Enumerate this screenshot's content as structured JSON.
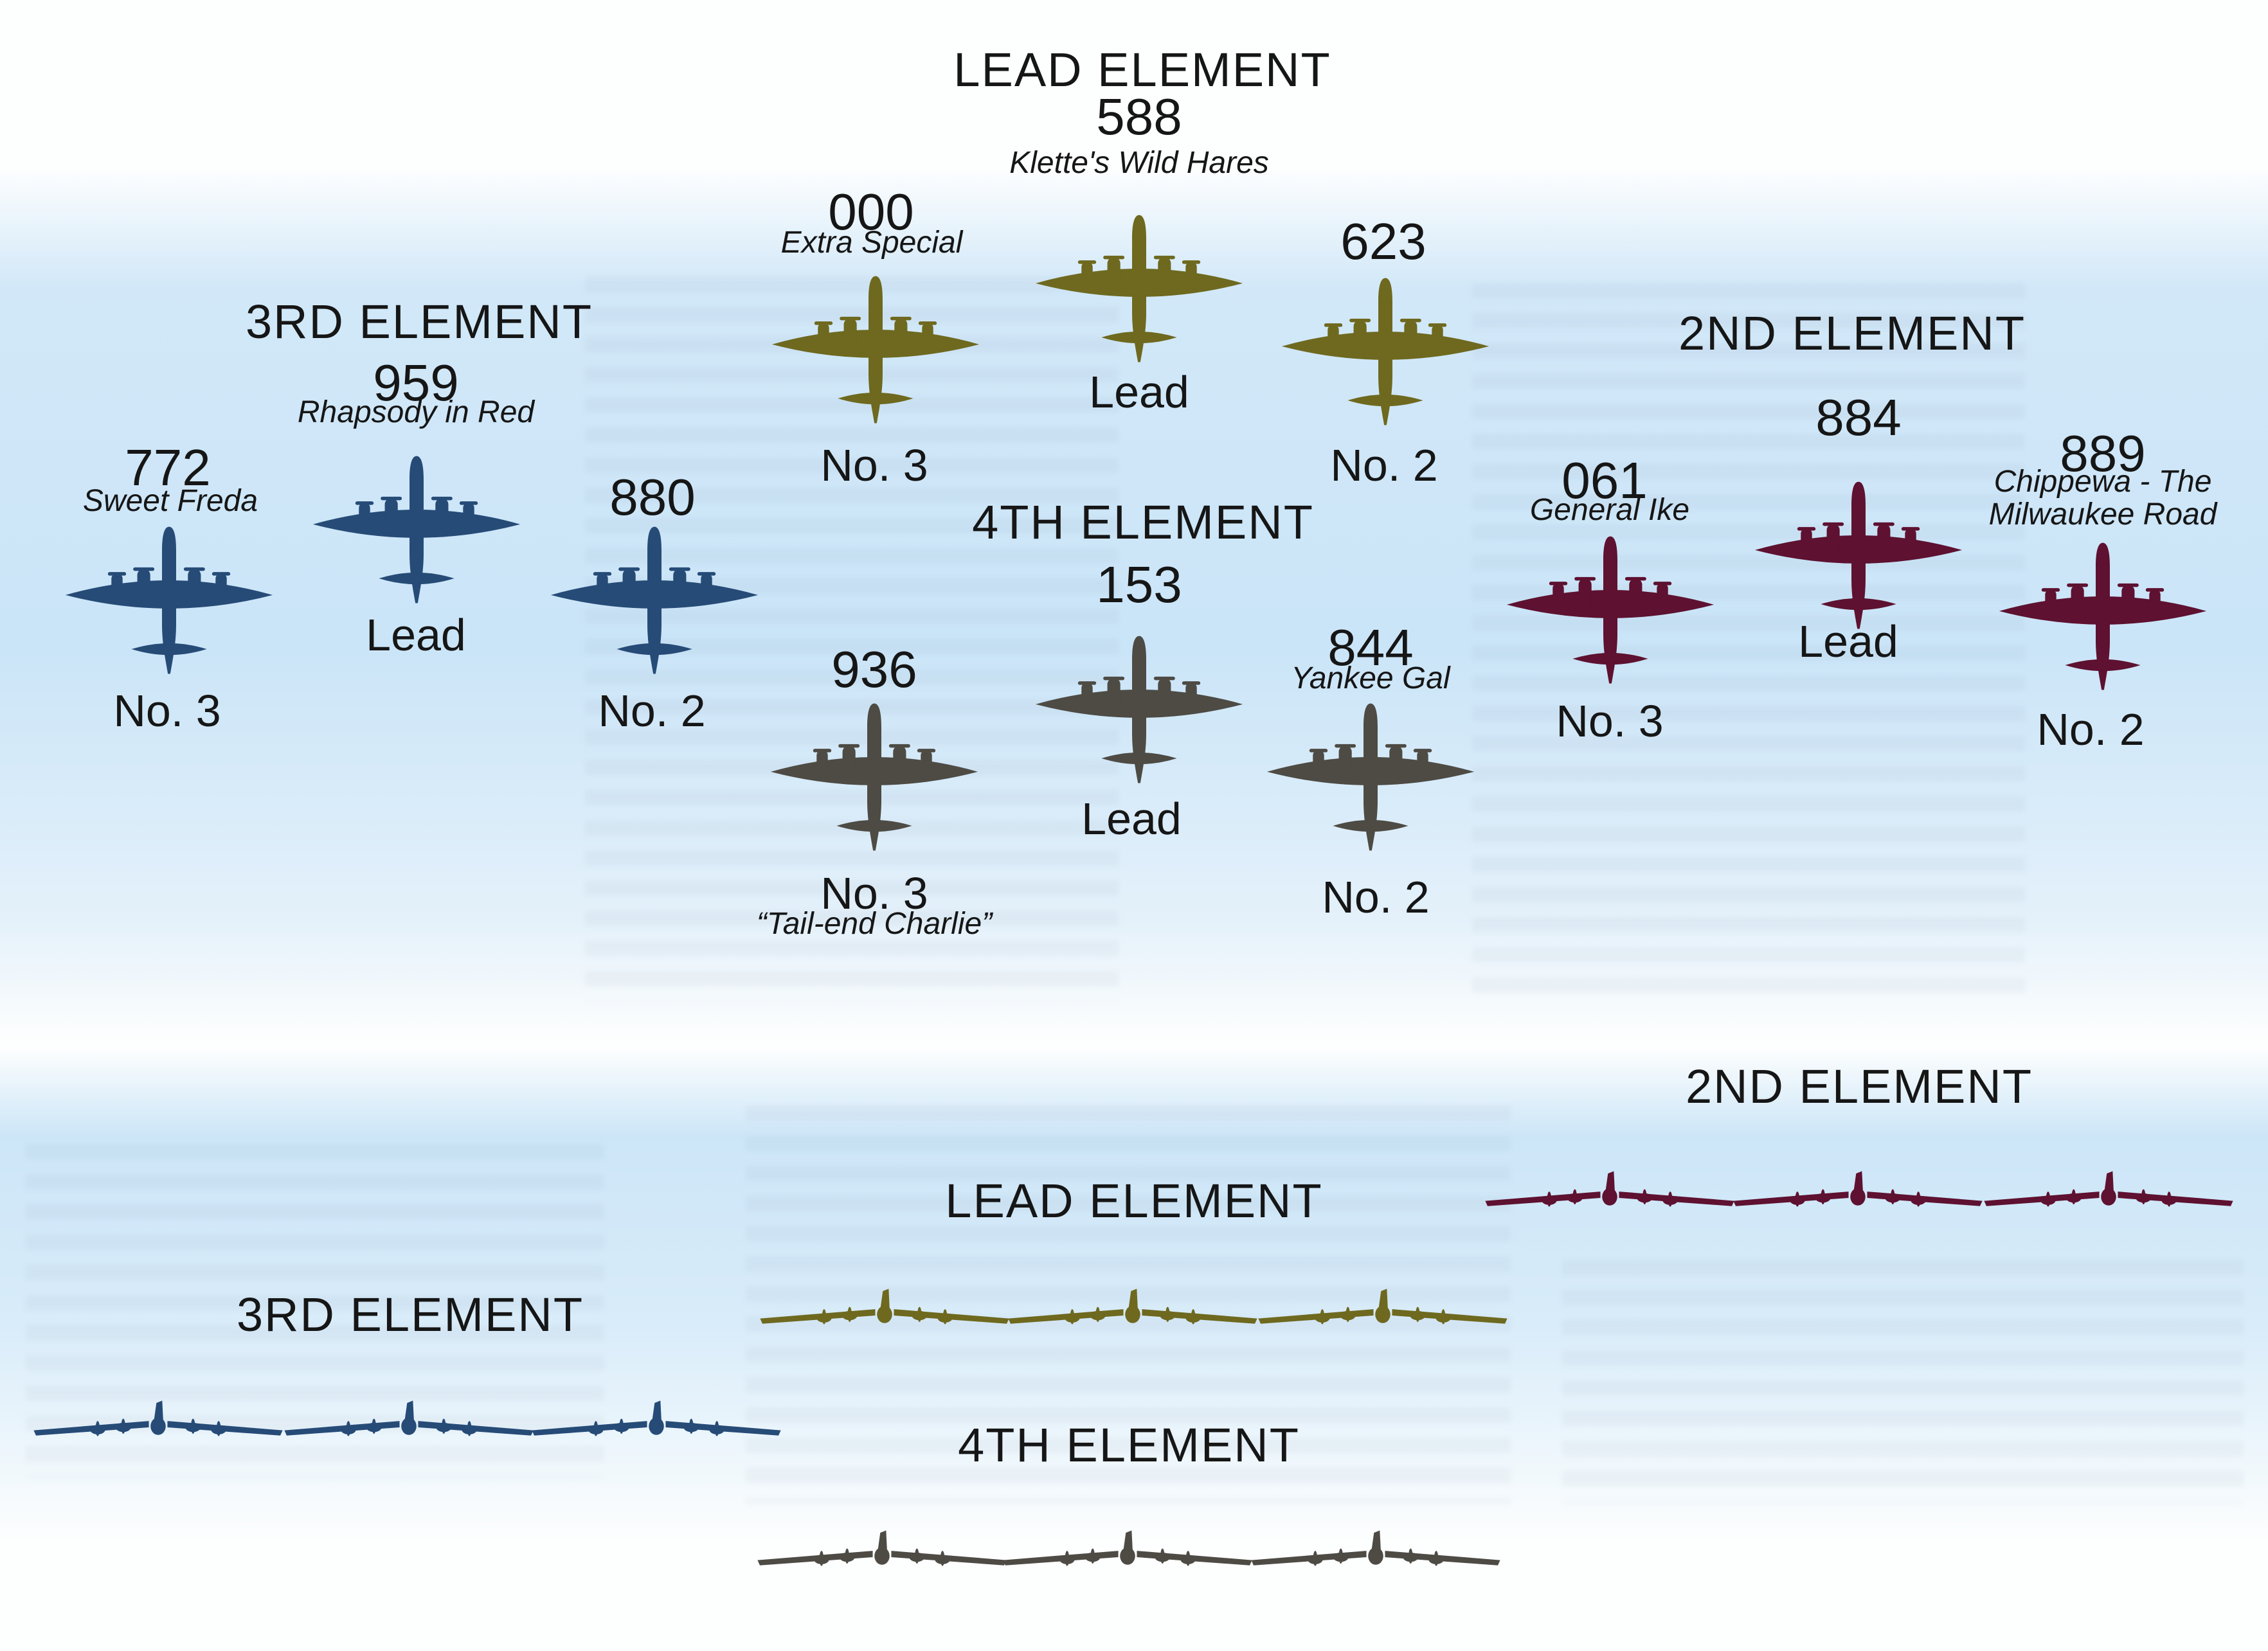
{
  "colors": {
    "lead_element": "#6e691f",
    "second_element": "#5e1130",
    "third_element": "#264b77",
    "fourth_element": "#4d4b44",
    "background_band": "#cfe6f7",
    "text": "#161616"
  },
  "top_formation": {
    "elements": [
      {
        "title": "LEAD ELEMENT",
        "planes": [
          {
            "number": "588",
            "name": "Klette's Wild Hares",
            "position": "Lead"
          },
          {
            "number": "000",
            "name": "Extra Special",
            "position": "No. 3"
          },
          {
            "number": "623",
            "name": "",
            "position": "No. 2"
          }
        ]
      },
      {
        "title": "2ND ELEMENT",
        "planes": [
          {
            "number": "884",
            "name": "",
            "position": "Lead"
          },
          {
            "number": "061",
            "name": "General Ike",
            "position": "No. 3"
          },
          {
            "number": "889",
            "name": "Chippewa - The Milwaukee Road",
            "position": "No. 2"
          }
        ]
      },
      {
        "title": "3RD ELEMENT",
        "planes": [
          {
            "number": "959",
            "name": "Rhapsody in Red",
            "position": "Lead"
          },
          {
            "number": "772",
            "name": "Sweet Freda",
            "position": "No. 3"
          },
          {
            "number": "880",
            "name": "",
            "position": "No. 2"
          }
        ]
      },
      {
        "title": "4TH ELEMENT",
        "planes": [
          {
            "number": "153",
            "name": "",
            "position": "Lead"
          },
          {
            "number": "936",
            "name": "“Tail-end Charlie”",
            "position": "No. 3"
          },
          {
            "number": "844",
            "name": "Yankee Gal",
            "position": "No. 2"
          }
        ]
      }
    ]
  },
  "front_view_formation": {
    "sections": [
      {
        "title": "2ND ELEMENT",
        "plane_count": 3
      },
      {
        "title": "LEAD ELEMENT",
        "plane_count": 3
      },
      {
        "title": "3RD ELEMENT",
        "plane_count": 3
      },
      {
        "title": "4TH ELEMENT",
        "plane_count": 3
      }
    ]
  }
}
